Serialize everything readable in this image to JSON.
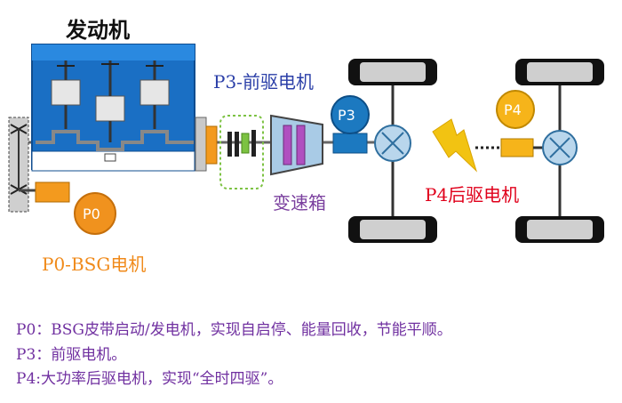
{
  "engine_label": "发动机",
  "p3_title": "P3-前驱电机",
  "gearbox_label": "变速箱",
  "p4_title": "P4后驱电机",
  "p0_title": "P0-BSG电机",
  "badges": {
    "p0": "P0",
    "p3": "P3",
    "p4": "P4"
  },
  "notes": [
    "P0：BSG皮带启动/发电机，实现自启停、能量回收，节能平顺。",
    "P3：前驱电机。",
    "P4:大功率后驱电机，实现“全时四驱”。"
  ],
  "colors": {
    "engine_blue": "#1a6fc4",
    "motor_orange": "#f39a1e",
    "p0_badge": "#f0921e",
    "p3_badge": "#1c79c0",
    "p4_badge": "#f6b41a",
    "p3_text": "#2b3fa8",
    "p4_text": "#e0001b",
    "gearbox_text": "#7a3f9e",
    "note_text": "#7030a0",
    "clutch_green": "#7cc242",
    "gearbox_purple": "#b04fc0",
    "bolt_yellow": "#f2c312"
  }
}
